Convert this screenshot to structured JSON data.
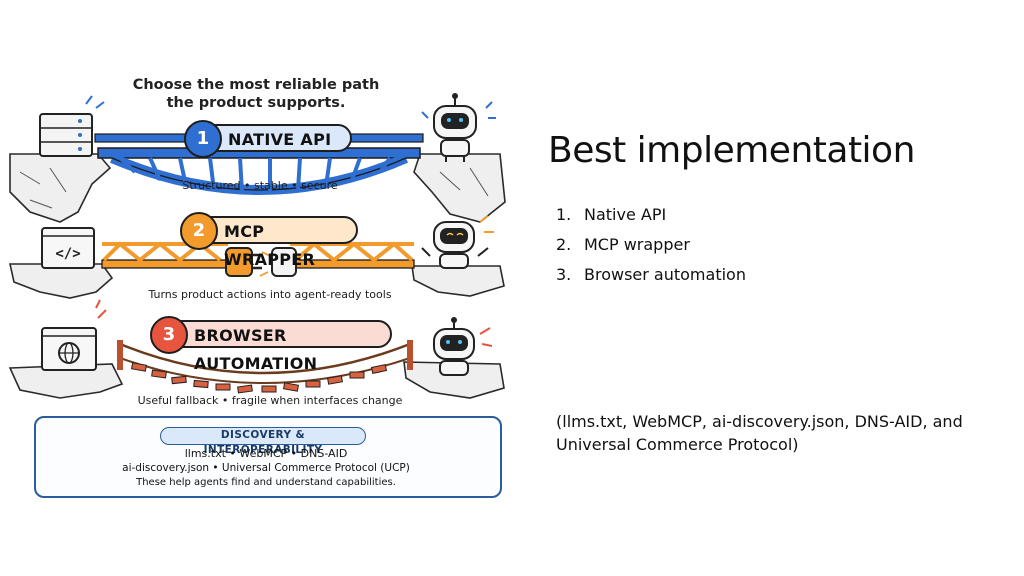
{
  "illustration": {
    "header": [
      "Choose the most reliable path",
      "the product supports."
    ],
    "paths": [
      {
        "number": "1",
        "label": "NATIVE API",
        "caption": "Structured • stable • secure",
        "color": "#2f6fd1",
        "pill_bg": "#dbe8fa"
      },
      {
        "number": "2",
        "label": "MCP WRAPPER",
        "caption": "Turns product actions into agent-ready tools",
        "color": "#f39a2c",
        "pill_bg": "#fde8cc"
      },
      {
        "number": "3",
        "label": "BROWSER AUTOMATION",
        "caption": "Useful fallback • fragile when interfaces change",
        "color": "#e8553f",
        "pill_bg": "#fbdcd4"
      }
    ],
    "discovery": {
      "title": "DISCOVERY & INTEROPERABILITY",
      "line1": "llms.txt • WebMCP • DNS-AID",
      "line2": "ai-discovery.json • Universal Commerce Protocol (UCP)",
      "line3": "These help agents find and understand capabilities."
    }
  },
  "slide": {
    "title": "Best implementation",
    "items": [
      {
        "num": "1.",
        "text": "Native API"
      },
      {
        "num": "2.",
        "text": "MCP wrapper"
      },
      {
        "num": "3.",
        "text": "Browser automation"
      }
    ],
    "note": "(llms.txt, WebMCP, ai-discovery.json, DNS-AID, and Universal Commerce Protocol)"
  },
  "icons": {
    "server": "server-icon",
    "code_window": "code-window-icon",
    "browser_globe": "browser-globe-icon",
    "robot": "robot-icon",
    "documents": "documents-icon",
    "network": "network-graph-icon",
    "plug": "plug-connector-icon"
  }
}
